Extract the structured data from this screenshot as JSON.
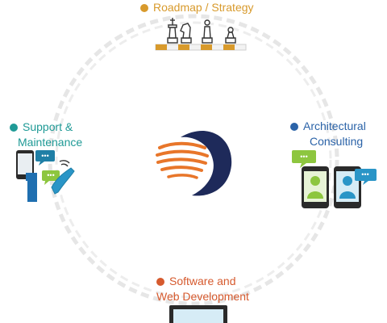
{
  "labels": {
    "roadmap": "Roadmap / Strategy",
    "support_line1": "Support &",
    "support_line2": "Maintenance",
    "arch_line1": "Architectural",
    "arch_line2": "Consulting",
    "software_line1": "Software and",
    "software_line2": "Web Development"
  },
  "colors": {
    "roadmap": "#d89a2c",
    "support": "#1f9a96",
    "architectural": "#2b63a8",
    "software": "#d65a2e",
    "ring": "#e6e6e6",
    "logo_navy": "#1e2a5a",
    "logo_orange": "#e8762a"
  },
  "icons": {
    "center": "company-swirl-logo",
    "roadmap": "chess-pieces-icon",
    "support": "phone-and-chat-icon",
    "architectural": "smartphones-with-users-icon",
    "software": "desktop-monitor-icon"
  }
}
